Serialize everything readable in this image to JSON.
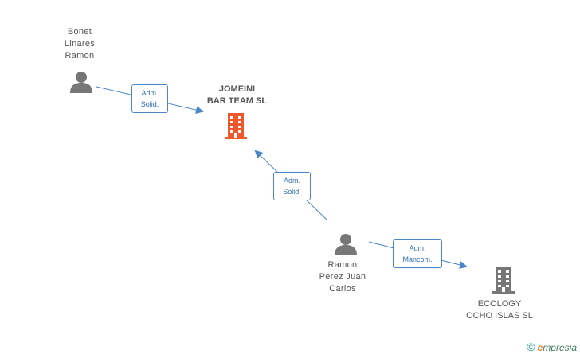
{
  "people": {
    "bonet": {
      "lines": [
        "Bonet",
        "Linares",
        "Ramon"
      ]
    },
    "ramon": {
      "lines": [
        "Ramon",
        "Perez Juan",
        "Carlos"
      ]
    }
  },
  "companies": {
    "jomeini": {
      "lines": [
        "JOMEINI",
        "BAR TEAM SL"
      ],
      "color": "#f0582c"
    },
    "ecology": {
      "lines": [
        "ECOLOGY",
        "OCHO ISLAS SL"
      ],
      "color": "#777777"
    }
  },
  "edges": {
    "bonet_jomeini": {
      "line1": "Adm.",
      "line2": "Solid."
    },
    "ramon_jomeini": {
      "line1": "Adm.",
      "line2": "Solid."
    },
    "ramon_ecology": {
      "line1": "Adm.",
      "line2": "Mancom."
    }
  },
  "footer": {
    "copyright_symbol": "©",
    "brand_initial": "e",
    "brand_rest": "mpresia"
  },
  "colors": {
    "edge": "#4a86c8",
    "person_icon": "#777777"
  }
}
